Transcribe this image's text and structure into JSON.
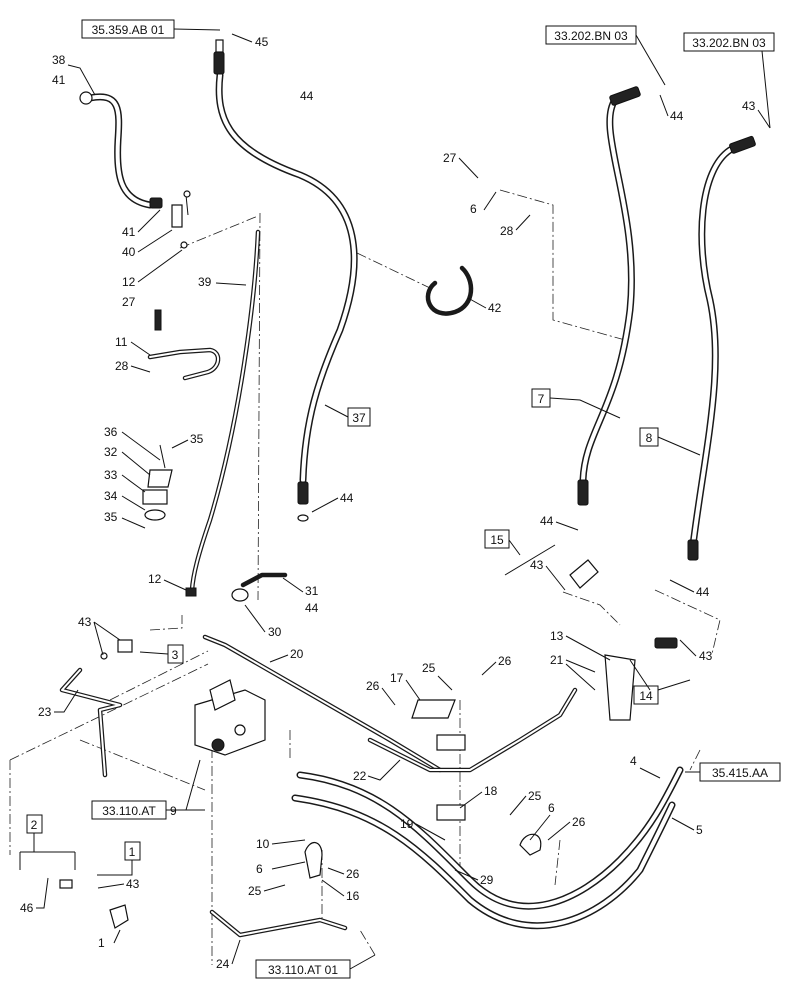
{
  "refs": {
    "r_359": "35.359.AB 01",
    "r_202a": "33.202.BN 03",
    "r_202b": "33.202.BN 03",
    "r_110a": "33.110.AT",
    "r_110b": "33.110.AT 01",
    "r_415": "35.415.AA"
  },
  "boxed": {
    "b1": "1",
    "b2": "2",
    "b3": "3",
    "b7": "7",
    "b8": "8",
    "b14": "14",
    "b15": "15",
    "b37": "37"
  },
  "callouts": {
    "c1": "1",
    "c4": "4",
    "c5": "5",
    "c6a": "6",
    "c6b": "6",
    "c6c": "6",
    "c9": "9",
    "c10": "10",
    "c11": "11",
    "c12a": "12",
    "c12b": "12",
    "c13": "13",
    "c16": "16",
    "c17": "17",
    "c18": "18",
    "c19": "19",
    "c20": "20",
    "c21": "21",
    "c22": "22",
    "c23": "23",
    "c24": "24",
    "c25a": "25",
    "c25b": "25",
    "c25c": "25",
    "c26a": "26",
    "c26b": "26",
    "c26c": "26",
    "c26d": "26",
    "c27a": "27",
    "c27b": "27",
    "c28a": "28",
    "c28b": "28",
    "c29": "29",
    "c30": "30",
    "c31": "31",
    "c32": "32",
    "c33": "33",
    "c34": "34",
    "c35a": "35",
    "c35b": "35",
    "c36": "36",
    "c38": "38",
    "c39": "39",
    "c40": "40",
    "c41a": "41",
    "c41b": "41",
    "c42": "42",
    "c43a": "43",
    "c43b": "43",
    "c43c": "43",
    "c43d": "43",
    "c43e": "43",
    "c44a": "44",
    "c44b": "44",
    "c44c": "44",
    "c44d": "44",
    "c44e": "44",
    "c45": "45",
    "c46": "46"
  }
}
